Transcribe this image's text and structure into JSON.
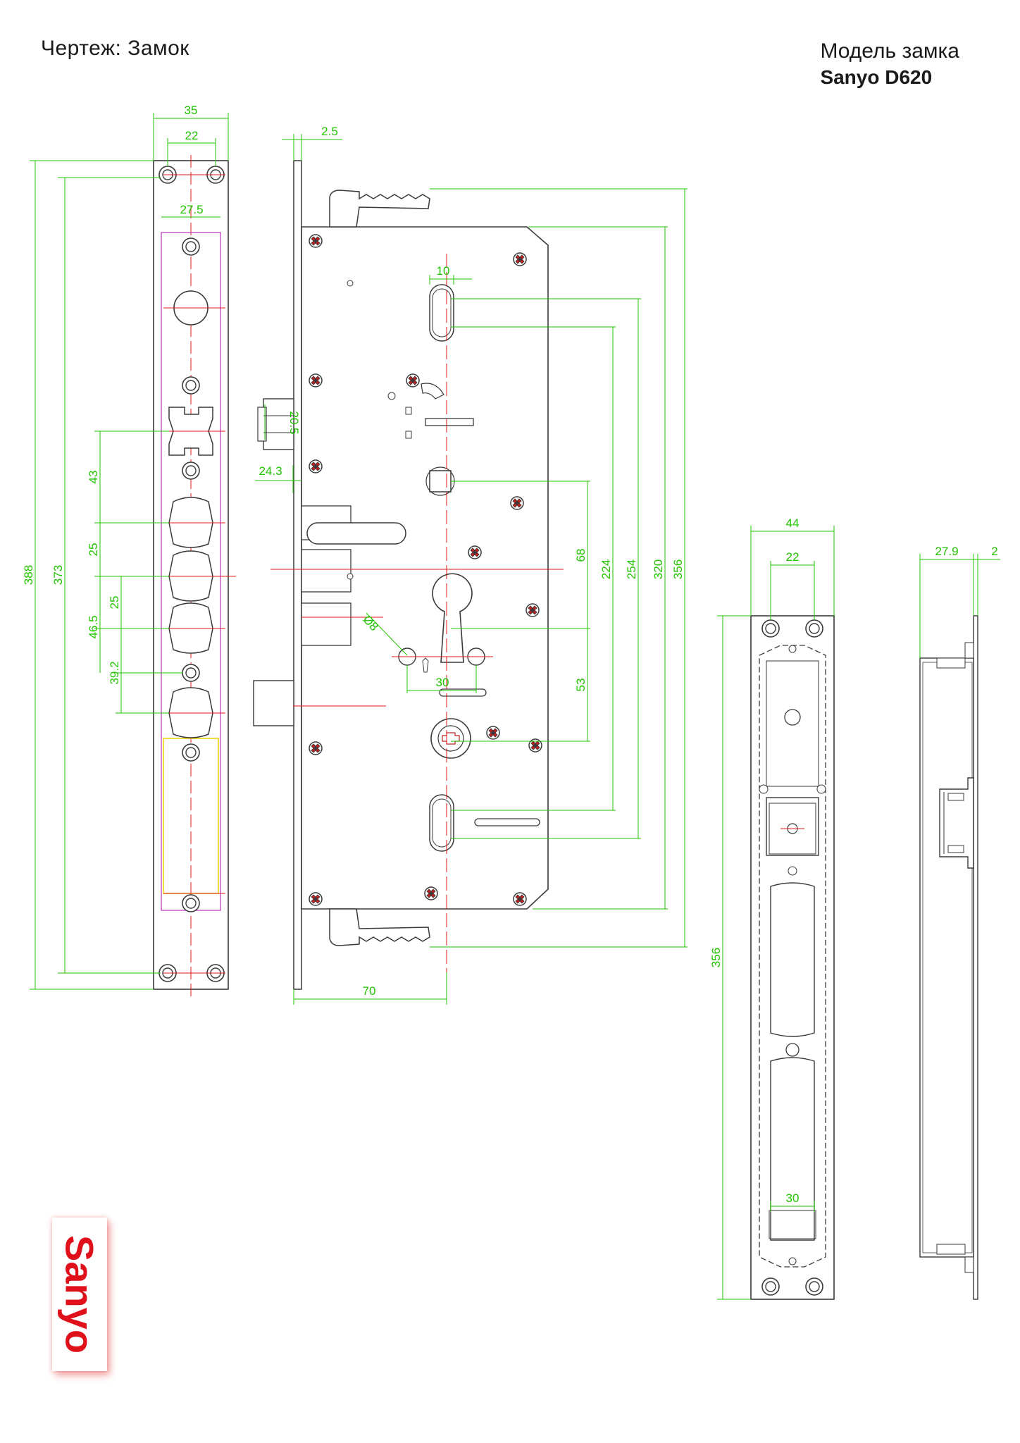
{
  "header": {
    "left_title": "Чертеж: Замок",
    "model_label": "Модель замка",
    "model_name": "Sanyo D620"
  },
  "logo": {
    "text": "Sanyo"
  },
  "colors": {
    "line": "#3a3a3a",
    "dimension": "#22c400",
    "axis": "#e01818",
    "magenta": "#c040c0",
    "yellow": "#e8d000"
  },
  "faceplate_dims": {
    "width_35": "35",
    "holes_22": "22",
    "slot_27_5": "27.5",
    "height_388": "388",
    "height_373": "373",
    "d43": "43",
    "d25a": "25",
    "d25b": "25",
    "d46_5": "46.5",
    "d39_2": "39.2"
  },
  "body_dims": {
    "d2_5": "2.5",
    "d10": "10",
    "d20_5": "20.5",
    "d24_3": "24.3",
    "d68": "68",
    "d224": "224",
    "d254": "254",
    "d320": "320",
    "d356": "356",
    "d8": "Ø8",
    "d30": "30",
    "d53": "53",
    "d70": "70"
  },
  "strike_dims": {
    "d44": "44",
    "d22": "22",
    "d356": "356",
    "d30": "30"
  },
  "side_dims": {
    "d27_9": "27.9",
    "d2": "2"
  },
  "icons": [
    "screw-icon",
    "mounting-hole-icon"
  ]
}
